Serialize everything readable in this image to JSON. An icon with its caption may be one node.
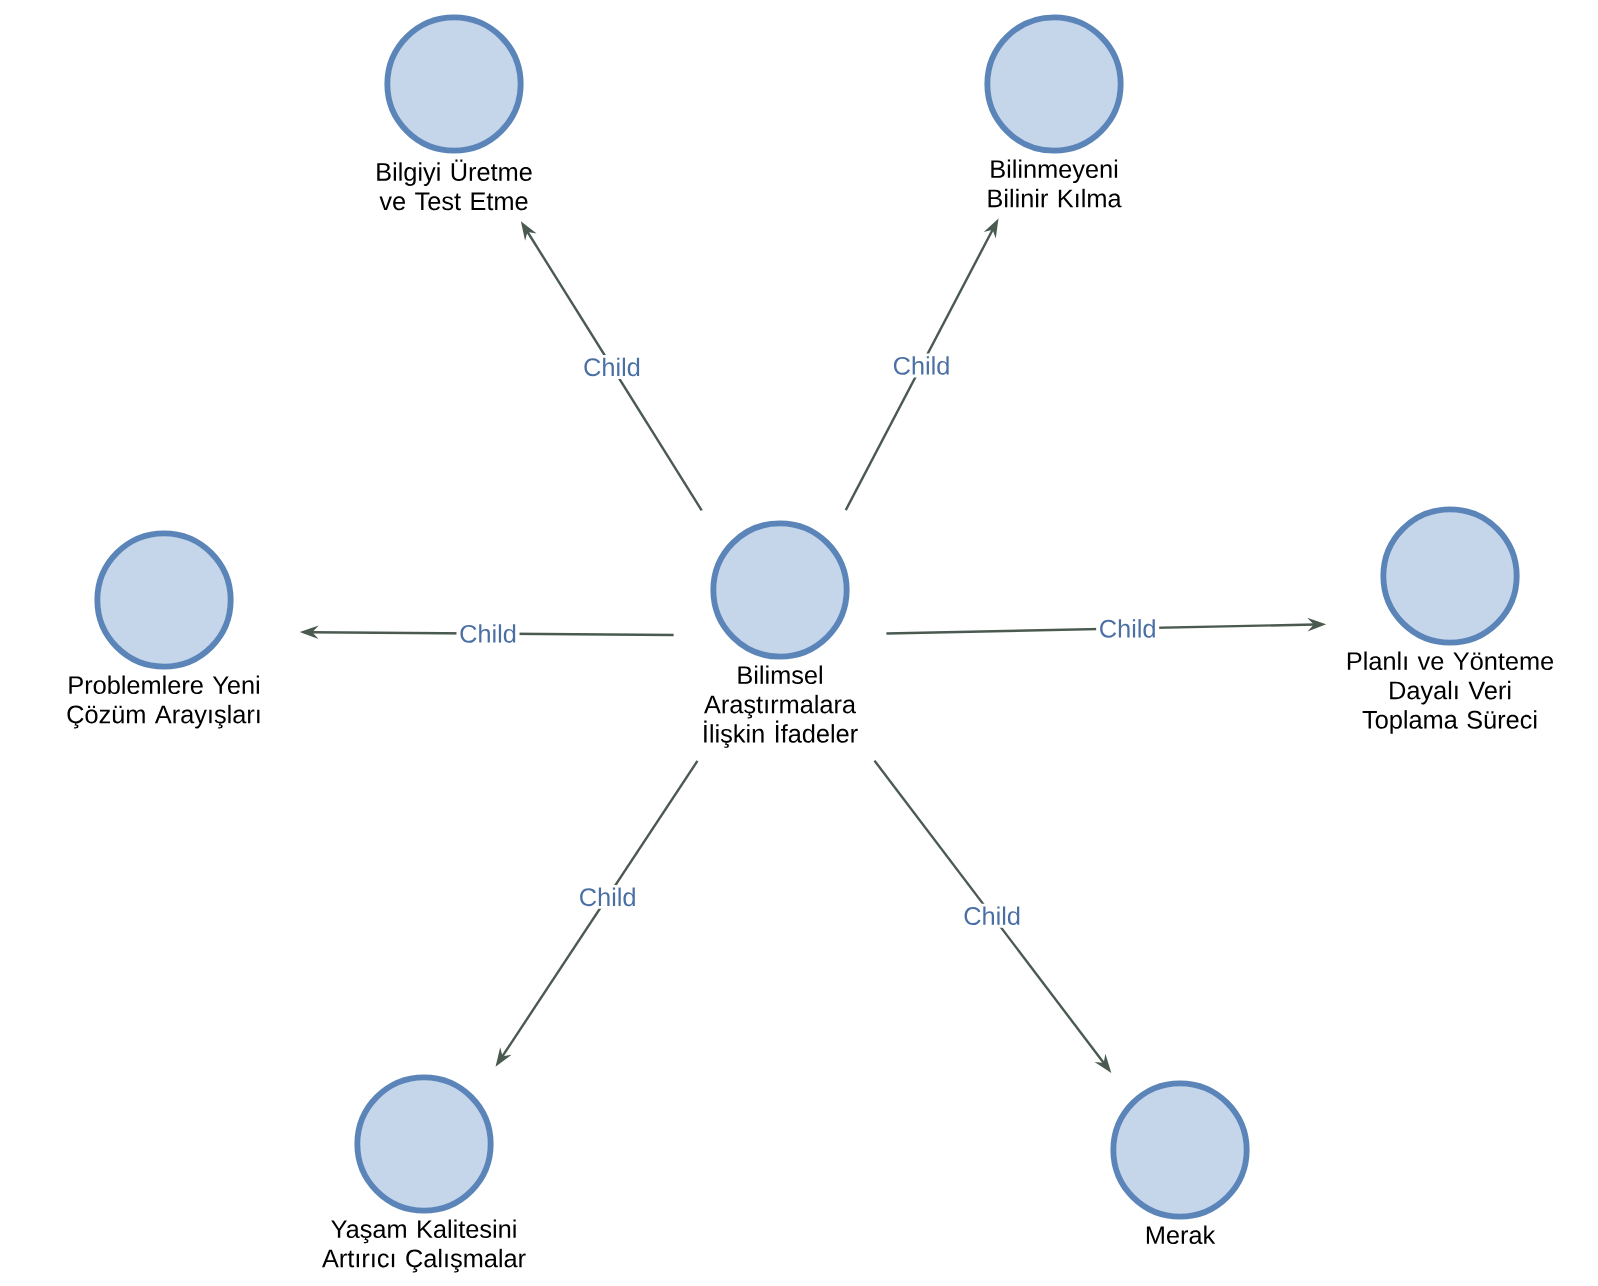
{
  "diagram": {
    "nodes": [
      {
        "text": [
          "Bilimsel Araştırmalara İlişkin İfadeler"
        ]
      },
      {
        "text": [
          "Bilgiyi Üretme ve Test Etme"
        ]
      },
      {
        "text": [
          "Bilinmeyeni Bilinir Kılma"
        ]
      },
      {
        "text": [
          "Problemlere Yeni Çözüm Arayışları"
        ]
      },
      {
        "text": [
          "Planlı ve Yönteme Dayalı Veri Toplama Süreci"
        ]
      },
      {
        "text": [
          "Yaşam Kalitesini Artırıcı Çalışmalar"
        ]
      },
      {
        "text": [
          "Merak"
        ]
      }
    ],
    "edges": [
      {
        "from": 0,
        "to": 1,
        "arrow": "to",
        "label": "Child"
      },
      {
        "from": 0,
        "to": 2,
        "arrow": "to",
        "label": "Child"
      },
      {
        "from": 0,
        "to": 3,
        "arrow": "to",
        "label": "Child"
      },
      {
        "from": 0,
        "to": 4,
        "arrow": "to",
        "label": "Child"
      },
      {
        "from": 0,
        "to": 5,
        "arrow": "to",
        "label": "Child"
      },
      {
        "from": 0,
        "to": 6,
        "arrow": "to",
        "label": "Child"
      }
    ]
  }
}
